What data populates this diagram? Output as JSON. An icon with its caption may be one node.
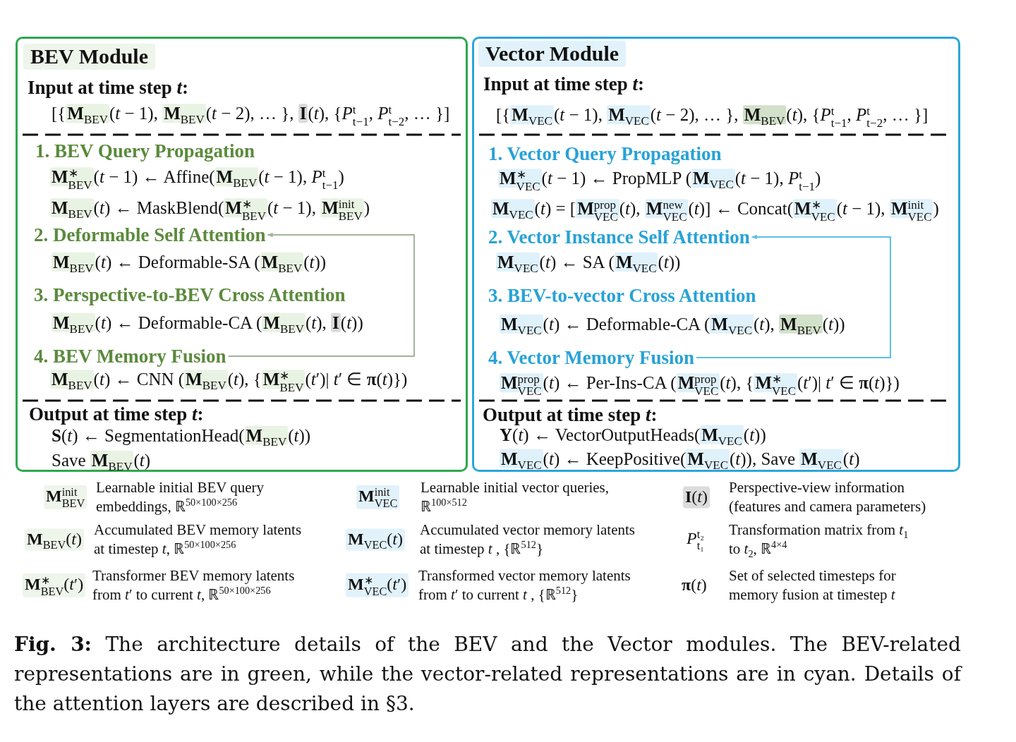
{
  "diagram": {
    "caption": "**Fig. 3:** The architecture details of the BEV and the Vector modules. The BEV-related representations are in green, while the vector-related representations are in cyan. Details of the attention layers are described in §3.",
    "nodes": [
      {
        "text": [
          "BEV Module",
          "Input at time step *t*:",
          "[{**M**$_{BEV}$(*t* − 1), **M**$_{BEV}$(*t* − 2), … }, **I**(*t*), {*P*$^{t}$$_{t−1}$, *P*$^{t}$$_{t−2}$, … }]",
          "1. BEV Query Propagation",
          "**M**$^{∗}$$_{BEV}$(*t* − 1) ← Affine(**M**$_{BEV}$(*t* − 1), *P*$^{t}$$_{t−1}$)",
          "**M**$_{BEV}$(*t*) ← MaskBlend(**M**$^{∗}$$_{BEV}$(*t* − 1), **M**$^{init}$$_{BEV}$)",
          "**M**$_{BEV}$(*t*) ← Deformable-SA (**M**$_{BEV}$(*t*))",
          "3. Perspective-to-BEV Cross Attention",
          "**M**$_{BEV}$(*t*) ← Deformable-CA (**M**$_{BEV}$(*t*), **I**(*t*))",
          "**M**$_{BEV}$(*t*) ← CNN (**M**$_{BEV}$(*t*), {**M**$^{∗}$$_{BEV}$(*t*′)| *t*′ ∈ **π**(*t*)})",
          "Output at time step *t*:",
          "**S**(*t*) ← SegmentationHead(**M**$_{BEV}$(*t*))",
          "Save **M**$_{BEV}$(*t*)"
        ]
      },
      {
        "text": [
          "2. Deformable Self Attention"
        ],
        "in": 0
      },
      {
        "text": [
          "4. BEV Memory Fusion"
        ],
        "in": 0
      },
      {
        "text": [
          "Vector Module",
          "Input at time step *t*:",
          "[{**M**$_{VEC}$(*t* − 1), **M**$_{VEC}$(*t* − 2), … }, **M**$_{BEV}$(*t*), {*P*$^{t}$$_{t−1}$, *P*$^{t}$$_{t−2}$, … }]",
          "1. Vector Query Propagation",
          "**M**$^{∗}$$_{VEC}$(*t* − 1) ← PropMLP (**M**$_{VEC}$(*t* − 1), *P*$^{t}$$_{t−1}$)",
          "**M**$_{VEC}$(*t*) = [**M**$^{prop}$$_{VEC}$(*t*), **M**$^{new}$$_{VEC}$(*t*)] ← Concat(**M**$^{∗}$$_{VEC}$(*t* − 1), **M**$^{init}$$_{VEC}$)",
          "**M**$_{VEC}$(*t*) ← SA (**M**$_{VEC}$(*t*))",
          "3. BEV-to-vector Cross Attention",
          "**M**$_{VEC}$(*t*) ← Deformable-CA (**M**$_{VEC}$(*t*), **M**$_{BEV}$(*t*))",
          "**M**$^{prop}$$_{VEC}$(*t*) ← Per-Ins-CA (**M**$^{prop}$$_{VEC}$(*t*), {**M**$^{∗}$$_{VEC}$(*t*′)| *t*′ ∈ **π**(*t*)})",
          "Output at time step *t*:",
          "**Y**(*t*) ← VectorOutputHeads(**M**$_{VEC}$(*t*))",
          "**M**$_{VEC}$(*t*) ← KeepPositive(**M**$_{VEC}$(*t*)), Save **M**$_{VEC}$(*t*)"
        ]
      },
      {
        "text": [
          "2. Vector Instance Self Attention"
        ],
        "in": 3
      },
      {
        "text": [
          "4. Vector Memory Fusion"
        ],
        "in": 3
      }
    ],
    "edges": [
      {
        "from": 2,
        "to": 1,
        "arrow": "to",
        "color": "#a2b39a"
      },
      {
        "from": 5,
        "to": 4,
        "arrow": "to",
        "color": "#5cbfe6"
      }
    ],
    "labels": [
      "**M**$^{init}$$_{BEV}$",
      "Learnable initial BEV query embeddings, ℝ$^{50×100×256}$",
      "**M**$^{init}$$_{VEC}$",
      "Learnable initial vector queries, ℝ$^{100×512}$",
      "**I**(*t*)",
      "Perspective-view information (features and camera parameters)",
      "**M**$_{BEV}$(*t*)",
      "Accumulated BEV memory latents at timestep *t*, ℝ$^{50×100×256}$",
      "**M**$_{VEC}$(*t*)",
      "Accumulated vector memory latents at timestep *t* , {ℝ$^{512}$}",
      "*P*$^{t₂}$$_{t₁}$",
      "Transformation matrix from *t*$_{1}$ to *t*$_{2}$, ℝ$^{4×4}$",
      "**M**$^{∗}$$_{BEV}$(*t*′)",
      "Transformer BEV memory latents from *t*′ to current *t*, ℝ$^{50×100×256}$",
      "**M**$^{∗}$$_{VEC}$(*t*′)",
      "Transformed vector memory latents from *t*′ to current *t* , {ℝ$^{512}$}",
      "**π**(*t*)",
      "Set of selected timesteps for memory fusion at timestep *t*"
    ]
  }
}
